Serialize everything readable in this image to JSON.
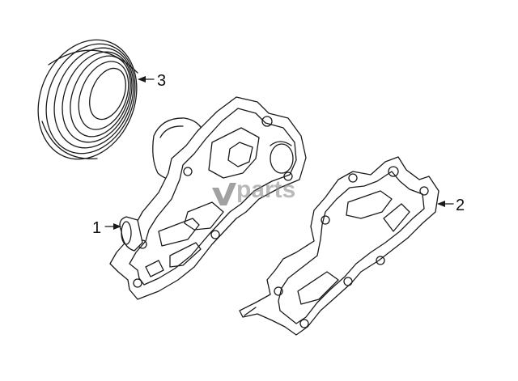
{
  "callouts": {
    "water_pump": "1",
    "gasket": "2",
    "pulley": "3"
  },
  "watermark": {
    "text": "parts",
    "color": "#8a8a8a"
  },
  "colors": {
    "line": "#1a1a1a",
    "background": "#ffffff"
  }
}
